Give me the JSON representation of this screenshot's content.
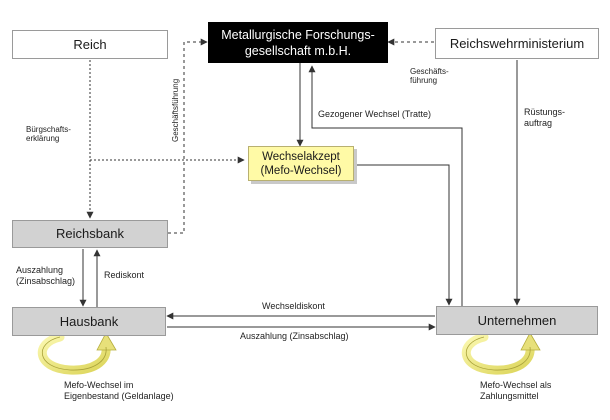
{
  "nodes": {
    "reich": "Reich",
    "mefo": [
      "Metallurgische Forschungs-",
      "gesellschaft m.b.H."
    ],
    "reichswehr": "Reichswehrministerium",
    "wechselakzept": [
      "Wechselakzept",
      "(Mefo-Wechsel)"
    ],
    "reichsbank": "Reichsbank",
    "hausbank": "Hausbank",
    "unternehmen": "Unternehmen"
  },
  "labels": {
    "buergschaft": [
      "Bürgschafts-",
      "erklärung"
    ],
    "geschaeftsfuehrung_vertical": "Geschäftsführung",
    "geschaeftsfuehrung_right": [
      "Geschäfts-",
      "führung"
    ],
    "gezogener_wechsel": "Gezogener Wechsel (Tratte)",
    "ruestungsauftrag": [
      "Rüstungs-",
      "auftrag"
    ],
    "auszahlung_left": [
      "Auszahlung",
      "(Zinsabschlag)"
    ],
    "rediskont": "Rediskont",
    "wechseldiskont": "Wechseldiskont",
    "auszahlung_bottom": "Auszahlung (Zinsabschlag)",
    "mefo_eigenbestand": [
      "Mefo-Wechsel im",
      "Eigenbestand (Geldanlage)"
    ],
    "mefo_zahlungsmittel": [
      "Mefo-Wechsel als",
      "Zahlungsmittel"
    ]
  },
  "colors": {
    "line": "#333333",
    "note_fill": "#fffaa6",
    "box_grey": "#d2d2d2",
    "cycle_arrow": "#f3ee7a"
  }
}
